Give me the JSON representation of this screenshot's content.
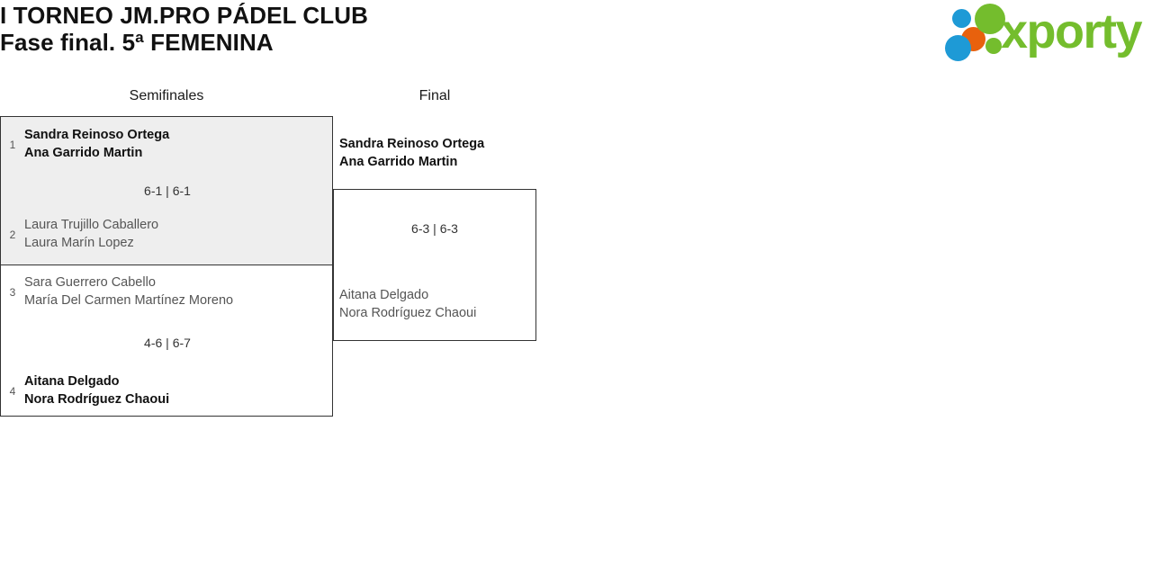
{
  "header": {
    "title_line1": "I TORNEO JM.PRO PÁDEL CLUB",
    "title_line2": "Fase final. 5ª FEMENINA"
  },
  "logo": {
    "wordmark": "xporty",
    "green": "#74bd2d",
    "blue": "#1e9ad6",
    "orange": "#e8610d"
  },
  "bracket": {
    "rounds": [
      {
        "label": "Semifinales"
      },
      {
        "label": "Final"
      }
    ],
    "semifinals": [
      {
        "top": {
          "seed": "1",
          "player1": "Sandra Reinoso Ortega",
          "player2": "Ana Garrido Martin",
          "result": "winner"
        },
        "bottom": {
          "seed": "2",
          "player1": "Laura Trujillo Caballero",
          "player2": "Laura Marín Lopez",
          "result": "loser"
        },
        "score": "6-1 | 6-1"
      },
      {
        "top": {
          "seed": "3",
          "player1": "Sara Guerrero Cabello",
          "player2": "María Del Carmen Martínez Moreno",
          "result": "loser"
        },
        "bottom": {
          "seed": "4",
          "player1": "Aitana Delgado",
          "player2": "Nora Rodríguez Chaoui",
          "result": "winner"
        },
        "score": "4-6 | 6-7"
      }
    ],
    "final": {
      "top": {
        "player1": "Sandra Reinoso Ortega",
        "player2": "Ana Garrido Martin",
        "result": "winner"
      },
      "bottom": {
        "player1": "Aitana Delgado",
        "player2": "Nora Rodríguez Chaoui",
        "result": "loser"
      },
      "score": "6-3 | 6-3"
    }
  }
}
